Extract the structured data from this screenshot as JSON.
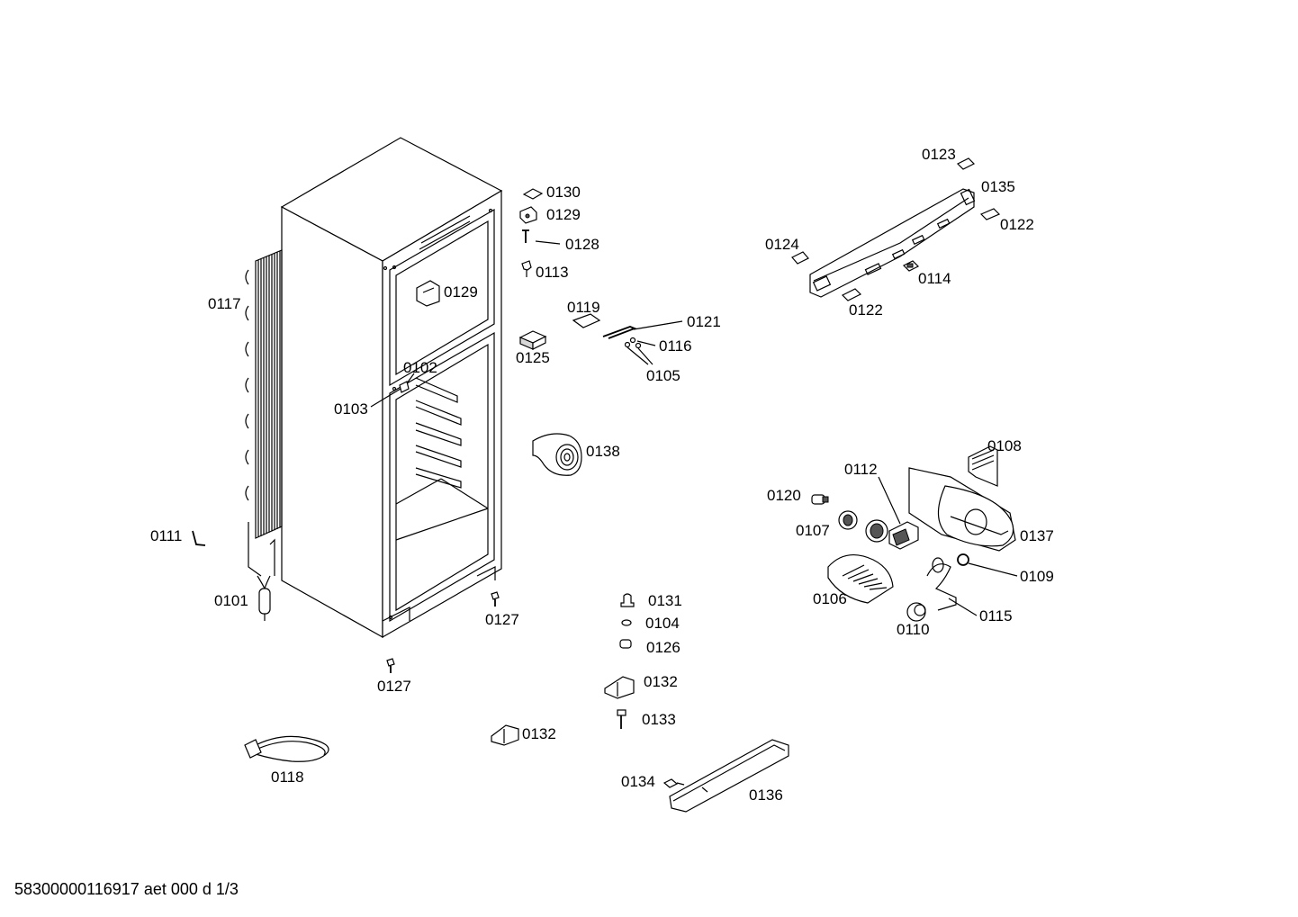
{
  "labels": {
    "p0101": "0101",
    "p0102": "0102",
    "p0103": "0103",
    "p0104": "0104",
    "p0105": "0105",
    "p0106": "0106",
    "p0107": "0107",
    "p0108": "0108",
    "p0109": "0109",
    "p0110": "0110",
    "p0111": "0111",
    "p0112": "0112",
    "p0113": "0113",
    "p0114": "0114",
    "p0115": "0115",
    "p0116": "0116",
    "p0117": "0117",
    "p0118": "0118",
    "p0119": "0119",
    "p0120": "0120",
    "p0121": "0121",
    "p0122a": "0122",
    "p0122b": "0122",
    "p0123": "0123",
    "p0124": "0124",
    "p0125": "0125",
    "p0126": "0126",
    "p0127a": "0127",
    "p0127b": "0127",
    "p0128": "0128",
    "p0129a": "0129",
    "p0129b": "0129",
    "p0130": "0130",
    "p0131": "0131",
    "p0132a": "0132",
    "p0132b": "0132",
    "p0133": "0133",
    "p0134": "0134",
    "p0135": "0135",
    "p0136": "0136",
    "p0137": "0137",
    "p0138": "0138"
  },
  "footer": {
    "doc_id": "58300000116917 aet 000 d 1/3"
  }
}
